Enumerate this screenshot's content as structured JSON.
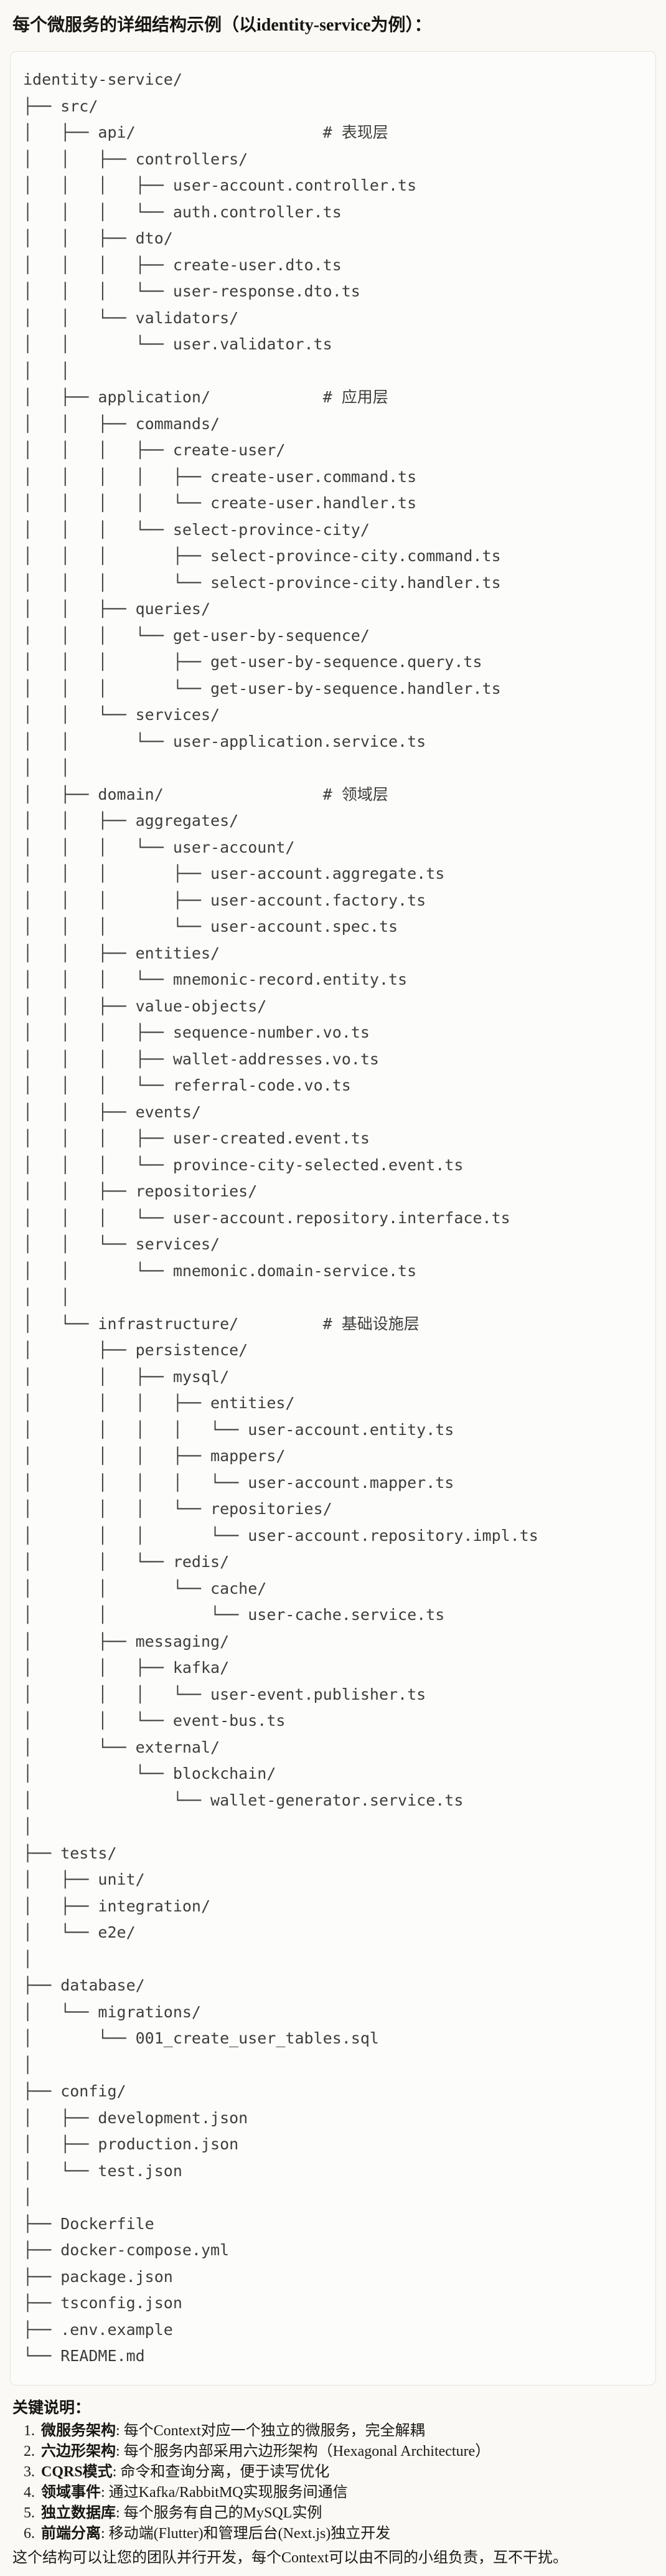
{
  "colors": {
    "page_background": "#faf9f5",
    "code_background": "#fcfcfa",
    "code_border": "#e6e3dc",
    "code_text": "#3d3d3a",
    "text": "#1b1a18"
  },
  "page": {
    "title": "每个微服务的详细结构示例（以identity-service为例）：",
    "notes_heading": "关键说明：",
    "term_separator": ": ",
    "notes": [
      {
        "term": "微服务架构",
        "desc": "每个Context对应一个独立的微服务，完全解耦"
      },
      {
        "term": "六边形架构",
        "desc": "每个服务内部采用六边形架构（Hexagonal Architecture）"
      },
      {
        "term": "CQRS模式",
        "desc": "命令和查询分离，便于读写优化"
      },
      {
        "term": "领域事件",
        "desc": "通过Kafka/RabbitMQ实现服务间通信"
      },
      {
        "term": "独立数据库",
        "desc": "每个服务有自己的MySQL实例"
      },
      {
        "term": "前端分离",
        "desc": "移动端(Flutter)和管理后台(Next.js)独立开发"
      }
    ],
    "closing": "这个结构可以让您的团队并行开发，每个Context可以由不同的小组负责，互不干扰。"
  },
  "tree": {
    "lines": [
      "identity-service/",
      "├── src/",
      "│   ├── api/                    # 表现层",
      "│   │   ├── controllers/",
      "│   │   │   ├── user-account.controller.ts",
      "│   │   │   └── auth.controller.ts",
      "│   │   ├── dto/",
      "│   │   │   ├── create-user.dto.ts",
      "│   │   │   └── user-response.dto.ts",
      "│   │   └── validators/",
      "│   │       └── user.validator.ts",
      "│   │",
      "│   ├── application/            # 应用层",
      "│   │   ├── commands/",
      "│   │   │   ├── create-user/",
      "│   │   │   │   ├── create-user.command.ts",
      "│   │   │   │   └── create-user.handler.ts",
      "│   │   │   └── select-province-city/",
      "│   │   │       ├── select-province-city.command.ts",
      "│   │   │       └── select-province-city.handler.ts",
      "│   │   ├── queries/",
      "│   │   │   └── get-user-by-sequence/",
      "│   │   │       ├── get-user-by-sequence.query.ts",
      "│   │   │       └── get-user-by-sequence.handler.ts",
      "│   │   └── services/",
      "│   │       └── user-application.service.ts",
      "│   │",
      "│   ├── domain/                 # 领域层",
      "│   │   ├── aggregates/",
      "│   │   │   └── user-account/",
      "│   │   │       ├── user-account.aggregate.ts",
      "│   │   │       ├── user-account.factory.ts",
      "│   │   │       └── user-account.spec.ts",
      "│   │   ├── entities/",
      "│   │   │   └── mnemonic-record.entity.ts",
      "│   │   ├── value-objects/",
      "│   │   │   ├── sequence-number.vo.ts",
      "│   │   │   ├── wallet-addresses.vo.ts",
      "│   │   │   └── referral-code.vo.ts",
      "│   │   ├── events/",
      "│   │   │   ├── user-created.event.ts",
      "│   │   │   └── province-city-selected.event.ts",
      "│   │   ├── repositories/",
      "│   │   │   └── user-account.repository.interface.ts",
      "│   │   └── services/",
      "│   │       └── mnemonic.domain-service.ts",
      "│   │",
      "│   └── infrastructure/         # 基础设施层",
      "│       ├── persistence/",
      "│       │   ├── mysql/",
      "│       │   │   ├── entities/",
      "│       │   │   │   └── user-account.entity.ts",
      "│       │   │   ├── mappers/",
      "│       │   │   │   └── user-account.mapper.ts",
      "│       │   │   └── repositories/",
      "│       │   │       └── user-account.repository.impl.ts",
      "│       │   └── redis/",
      "│       │       └── cache/",
      "│       │           └── user-cache.service.ts",
      "│       ├── messaging/",
      "│       │   ├── kafka/",
      "│       │   │   └── user-event.publisher.ts",
      "│       │   └── event-bus.ts",
      "│       └── external/",
      "│           └── blockchain/",
      "│               └── wallet-generator.service.ts",
      "│",
      "├── tests/",
      "│   ├── unit/",
      "│   ├── integration/",
      "│   └── e2e/",
      "│",
      "├── database/",
      "│   └── migrations/",
      "│       └── 001_create_user_tables.sql",
      "│",
      "├── config/",
      "│   ├── development.json",
      "│   ├── production.json",
      "│   └── test.json",
      "│",
      "├── Dockerfile",
      "├── docker-compose.yml",
      "├── package.json",
      "├── tsconfig.json",
      "├── .env.example",
      "└── README.md"
    ]
  }
}
